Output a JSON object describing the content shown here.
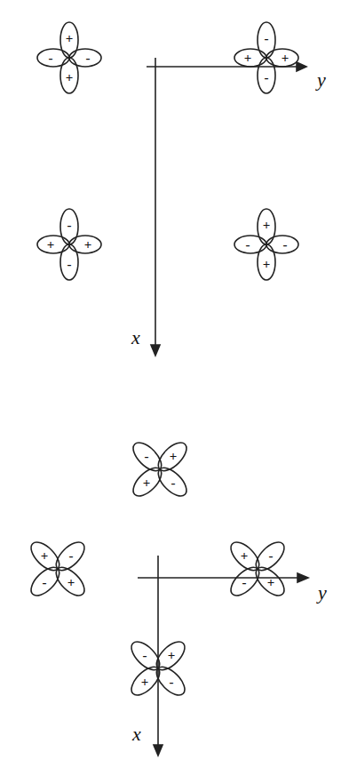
{
  "diagram": {
    "labels": [
      "+",
      "-",
      "-",
      "+",
      "-",
      "+",
      "+",
      "-",
      "y",
      "-",
      "+",
      "+",
      "-",
      "+",
      "-",
      "-",
      "+",
      "x",
      "-",
      "+",
      "+",
      "-",
      "+",
      "-",
      "-",
      "+",
      "+",
      "-",
      "-",
      "+",
      "y",
      "-",
      "+",
      "+",
      "-",
      "x"
    ]
  }
}
